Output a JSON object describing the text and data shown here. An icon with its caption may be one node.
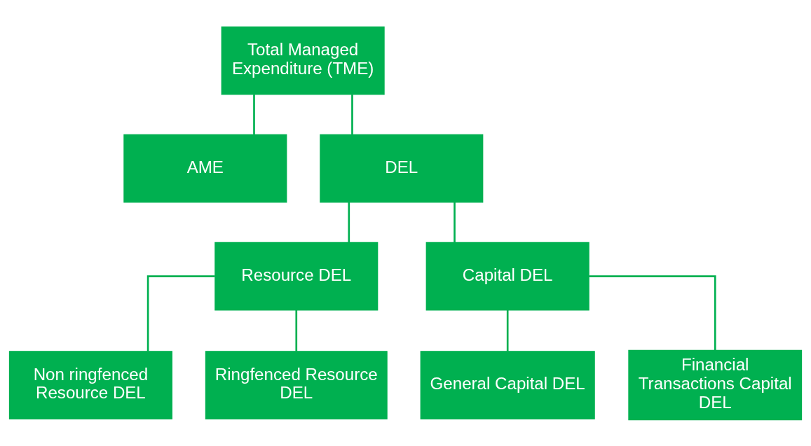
{
  "diagram": {
    "nodes": [
      {
        "text": [
          "Total Managed Expenditure (TME)"
        ]
      },
      {
        "text": [
          "AME"
        ]
      },
      {
        "text": [
          "DEL"
        ]
      },
      {
        "text": [
          "Resource DEL"
        ]
      },
      {
        "text": [
          "Capital DEL"
        ]
      },
      {
        "text": [
          "Non ringfenced Resource DEL"
        ]
      },
      {
        "text": [
          "Ringfenced Resource DEL"
        ]
      },
      {
        "text": [
          "General Capital DEL"
        ]
      },
      {
        "text": [
          "Financial Transactions Capital DEL"
        ]
      }
    ],
    "edges": [
      {
        "from": 0,
        "to": 1,
        "arrow": "none"
      },
      {
        "from": 0,
        "to": 2,
        "arrow": "none"
      },
      {
        "from": 2,
        "to": 3,
        "arrow": "none"
      },
      {
        "from": 2,
        "to": 4,
        "arrow": "none"
      },
      {
        "from": 3,
        "to": 5,
        "arrow": "none"
      },
      {
        "from": 3,
        "to": 6,
        "arrow": "none"
      },
      {
        "from": 4,
        "to": 7,
        "arrow": "none"
      },
      {
        "from": 4,
        "to": 8,
        "arrow": "none"
      }
    ]
  }
}
